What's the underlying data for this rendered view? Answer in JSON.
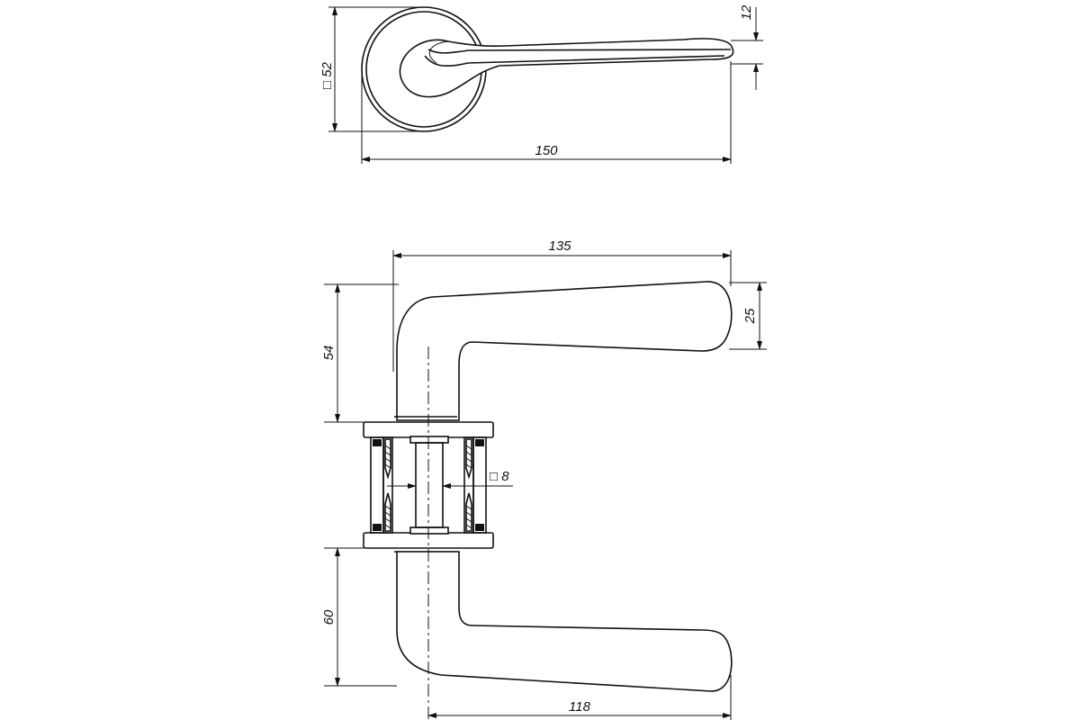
{
  "dimensions": {
    "rosette_square": "□ 52",
    "lever_thickness": "12",
    "overall_length": "150",
    "lever_length": "135",
    "grip_height": "25",
    "top_height": "54",
    "spindle": "□ 8",
    "bottom_height": "60",
    "bottom_length": "118"
  }
}
